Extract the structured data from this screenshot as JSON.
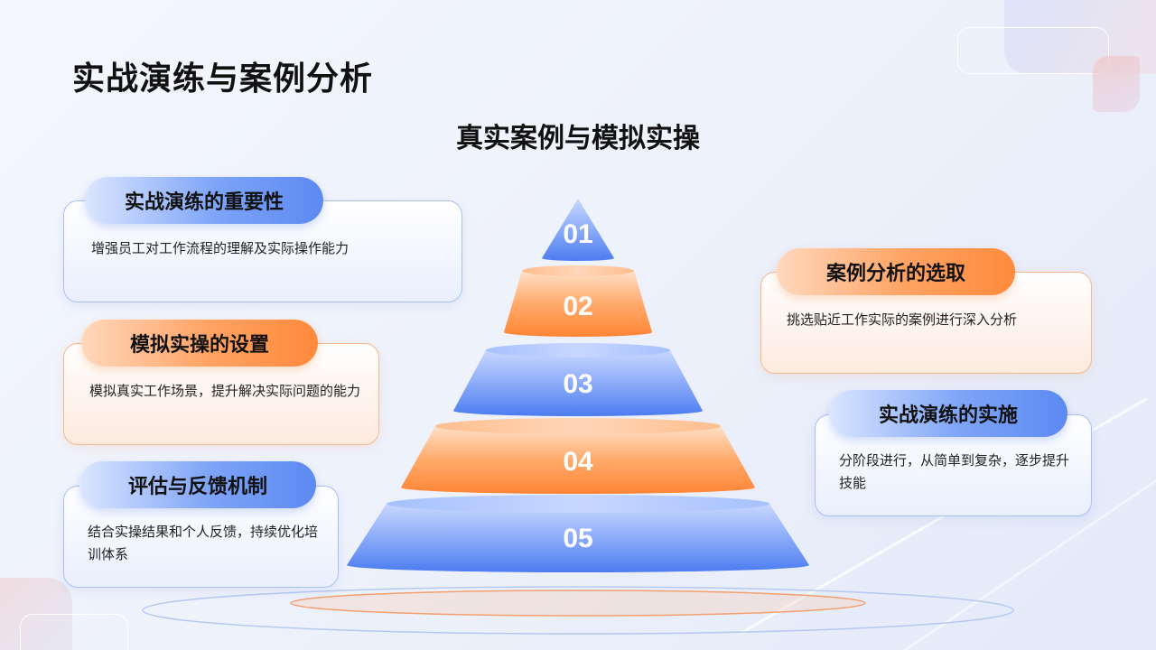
{
  "page": {
    "title": "实战演练与案例分析",
    "subtitle": "真实案例与模拟实操"
  },
  "pyramid": {
    "levels": [
      {
        "label": "01",
        "color": "blue"
      },
      {
        "label": "02",
        "color": "orange"
      },
      {
        "label": "03",
        "color": "blue"
      },
      {
        "label": "04",
        "color": "orange"
      },
      {
        "label": "05",
        "color": "blue"
      }
    ]
  },
  "cards": [
    {
      "title": "实战演练的重要性",
      "text": "增强员工对工作流程的理解及实际操作能力",
      "color": "blue"
    },
    {
      "title": "模拟实操的设置",
      "text": "模拟真实工作场景，提升解决实际问题的能力",
      "color": "orange"
    },
    {
      "title": "评估与反馈机制",
      "text": "结合实操结果和个人反馈，持续优化培训体系",
      "color": "blue"
    },
    {
      "title": "案例分析的选取",
      "text": "挑选贴近工作实际的案例进行深入分析",
      "color": "orange"
    },
    {
      "title": "实战演练的实施",
      "text": "分阶段进行，从简单到复杂，逐步提升技能",
      "color": "blue"
    }
  ],
  "colors": {
    "blue_light": "#a7c1ff",
    "blue_dark": "#4b7cf0",
    "orange_light": "#ffc9a3",
    "orange_dark": "#ff8535"
  }
}
